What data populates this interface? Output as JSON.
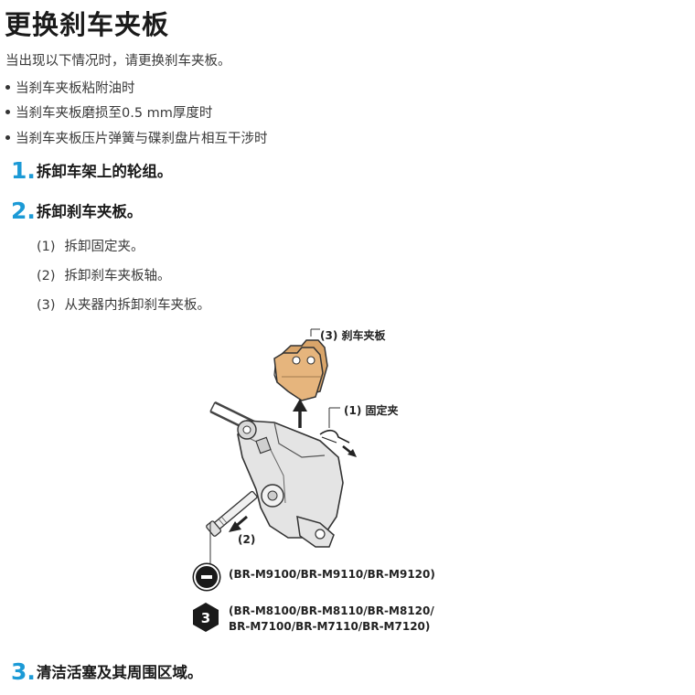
{
  "title": "更换刹车夹板",
  "intro": "当出现以下情况时，请更换刹车夹板。",
  "bullets": [
    "当刹车夹板粘附油时",
    "当刹车夹板磨损至0.5 mm厚度时",
    "当刹车夹板压片弹簧与碟刹盘片相互干涉时"
  ],
  "steps": [
    {
      "num": "1.",
      "text": "拆卸车架上的轮组。"
    },
    {
      "num": "2.",
      "text": "拆卸刹车夹板。"
    },
    {
      "num": "3.",
      "text": "清洁活塞及其周围区域。"
    }
  ],
  "substeps": [
    {
      "num": "(1)",
      "text": "拆卸固定夹。"
    },
    {
      "num": "(2)",
      "text": "拆卸刹车夹板轴。"
    },
    {
      "num": "(3)",
      "text": "从夹器内拆卸刹车夹板。"
    }
  ],
  "callouts": {
    "pad": "(3)  刹车夹板",
    "clip": "(1)  固定夹",
    "axle": "(2)"
  },
  "tool_icons": {
    "slotted": "slotted-screwdriver-icon",
    "hex": "hex-wrench-3mm-icon",
    "hex_size": "3"
  },
  "models": {
    "slotted": "(BR-M9100/BR-M9110/BR-M9120)",
    "hex_line1": "(BR-M8100/BR-M8110/BR-M8120/",
    "hex_line2": "BR-M7100/BR-M7110/BR-M7120)"
  },
  "colors": {
    "step_number": "#1c9ad6",
    "pad_gold": "#d9a56a",
    "text": "#333333"
  }
}
